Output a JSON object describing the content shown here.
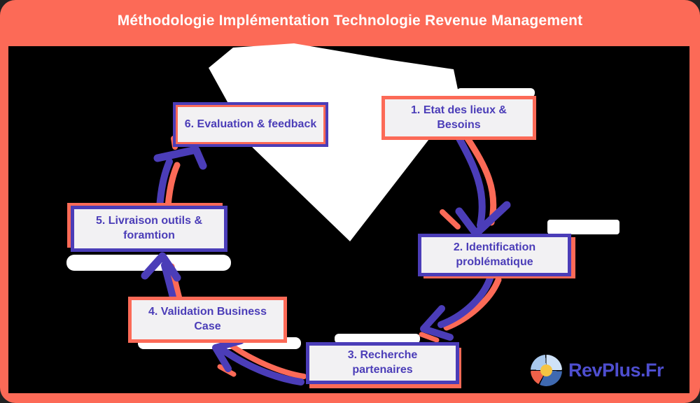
{
  "title": "Méthodologie Implémentation Technologie Revenue Management",
  "steps": [
    {
      "label": "1. Etat des lieux & Besoins"
    },
    {
      "label": "2. Identification problématique"
    },
    {
      "label": "3. Recherche partenaires"
    },
    {
      "label": "4. Validation Business Case"
    },
    {
      "label": "5. Livraison outils & foramtion"
    },
    {
      "label": "6. Evaluation & feedback"
    }
  ],
  "logo": {
    "text": "RevPlus.Fr"
  },
  "colors": {
    "frame_coral": "#FC6A57",
    "step_purple": "#4B3DB8",
    "box_background": "#F2F1F3",
    "canvas_background": "#000000",
    "title_text": "#FFFFFF",
    "logo_text": "#4E4ECF",
    "pie_lighter_blue": "#CFE2F8",
    "pie_dark_blue": "#3F69B0",
    "pie_coral": "#EF6149",
    "pie_light_blue": "#A9C9EE",
    "pie_yellow": "#F6C443"
  }
}
